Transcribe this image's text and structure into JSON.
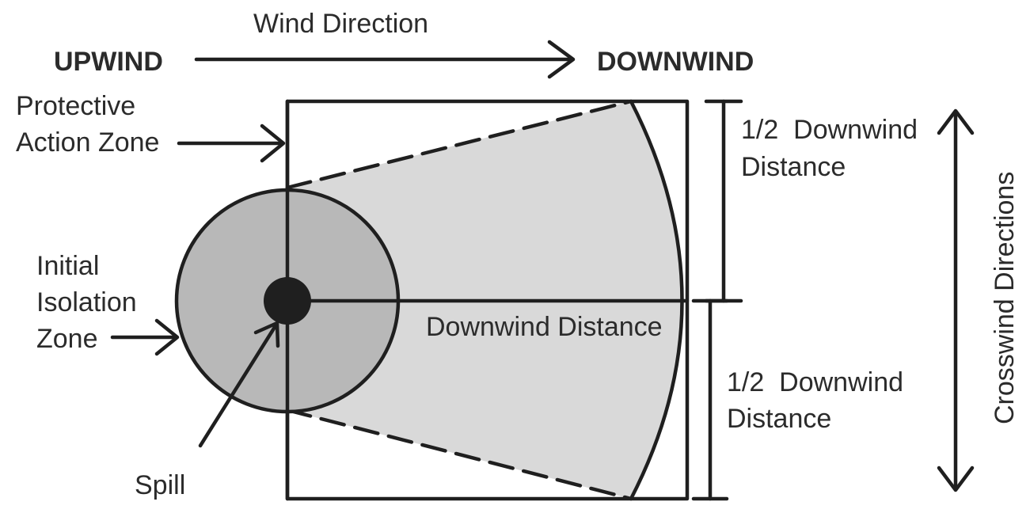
{
  "labels": {
    "wind_direction": "Wind Direction",
    "upwind": "UPWIND",
    "downwind": "DOWNWIND",
    "protective_line1": "Protective",
    "protective_line2": "Action Zone",
    "initial_line1": "Initial",
    "initial_line2": "Isolation",
    "initial_line3": "Zone",
    "spill": "Spill",
    "downwind_distance": "Downwind Distance",
    "half_top_line1": "1/2  Downwind",
    "half_top_line2": "Distance",
    "half_bottom_line1": "1/2  Downwind",
    "half_bottom_line2": "Distance",
    "crosswind": "Crosswind Directions"
  },
  "colors": {
    "ink": "#1f1f1f",
    "text": "#2b2b2b",
    "protective_zone_fill": "#d9d9d9",
    "isolation_zone_fill": "#b8b8b8",
    "spill_fill": "#1f1f1f"
  }
}
